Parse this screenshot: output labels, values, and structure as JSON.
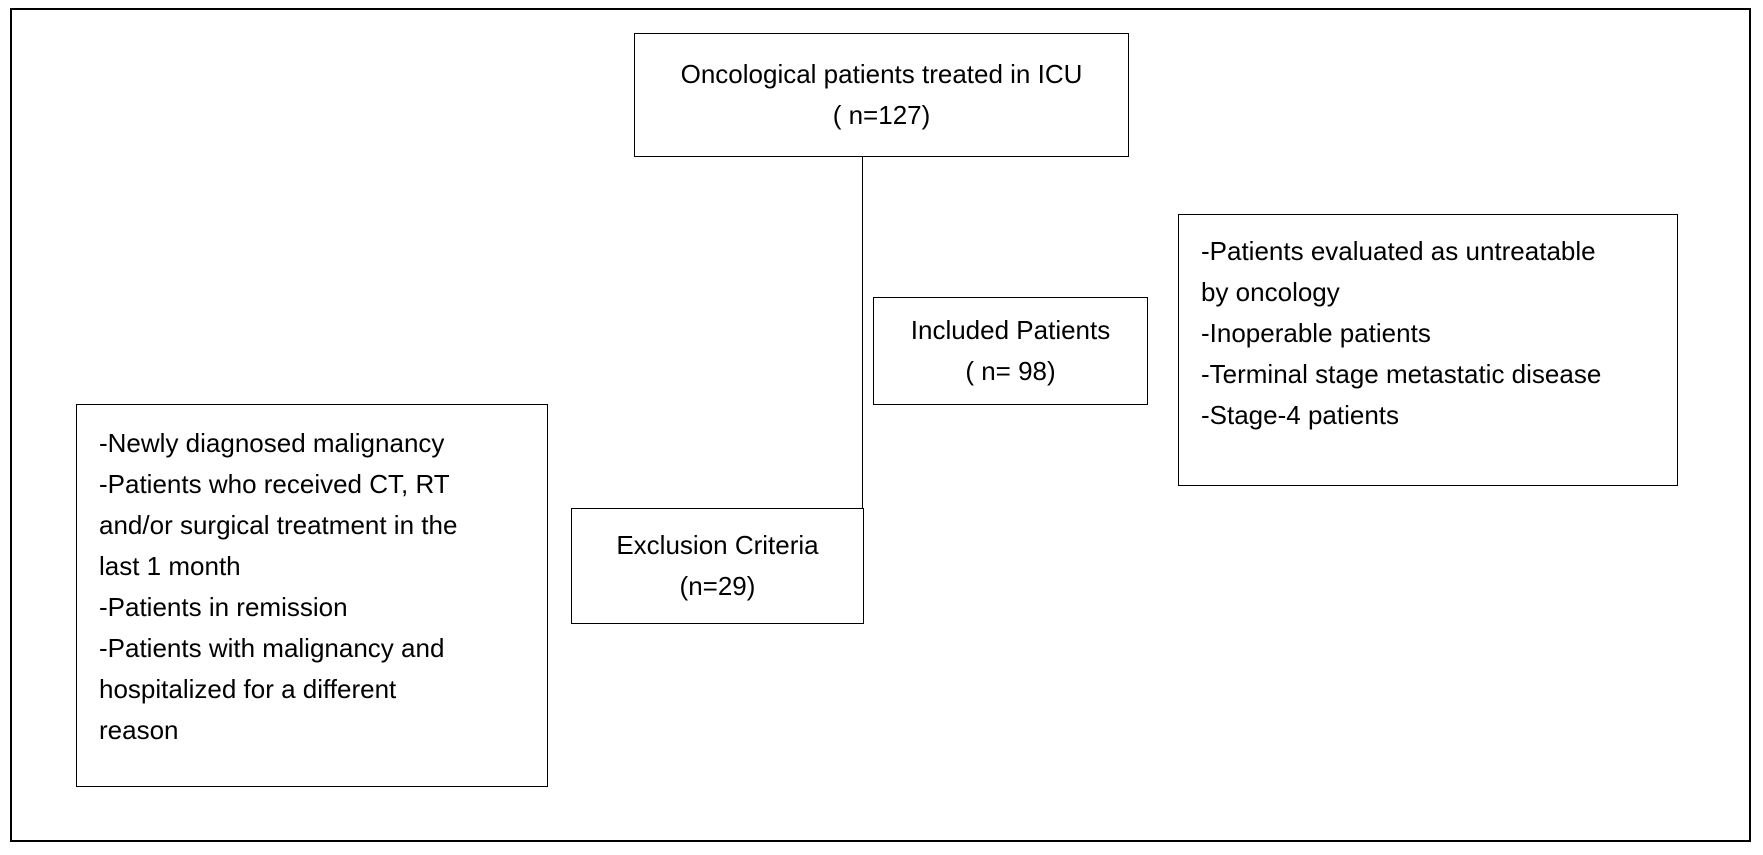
{
  "flowchart": {
    "top_box": {
      "title": "Oncological patients treated in ICU",
      "count": "( n=127)"
    },
    "included_box": {
      "title": "Included Patients",
      "count": "( n= 98)"
    },
    "exclusion_box": {
      "title": "Exclusion Criteria",
      "count": "(n=29)"
    },
    "right_list": {
      "lines": [
        "-Patients evaluated as untreatable",
        "by oncology",
        "-Inoperable patients",
        "-Terminal stage metastatic disease",
        "-Stage-4 patients"
      ]
    },
    "left_list": {
      "lines": [
        "-Newly diagnosed malignancy",
        "-Patients who received CT, RT",
        "and/or surgical treatment in the",
        "last 1 month",
        "-Patients in remission",
        "-Patients with malignancy and",
        "hospitalized for a different",
        "reason"
      ]
    }
  }
}
